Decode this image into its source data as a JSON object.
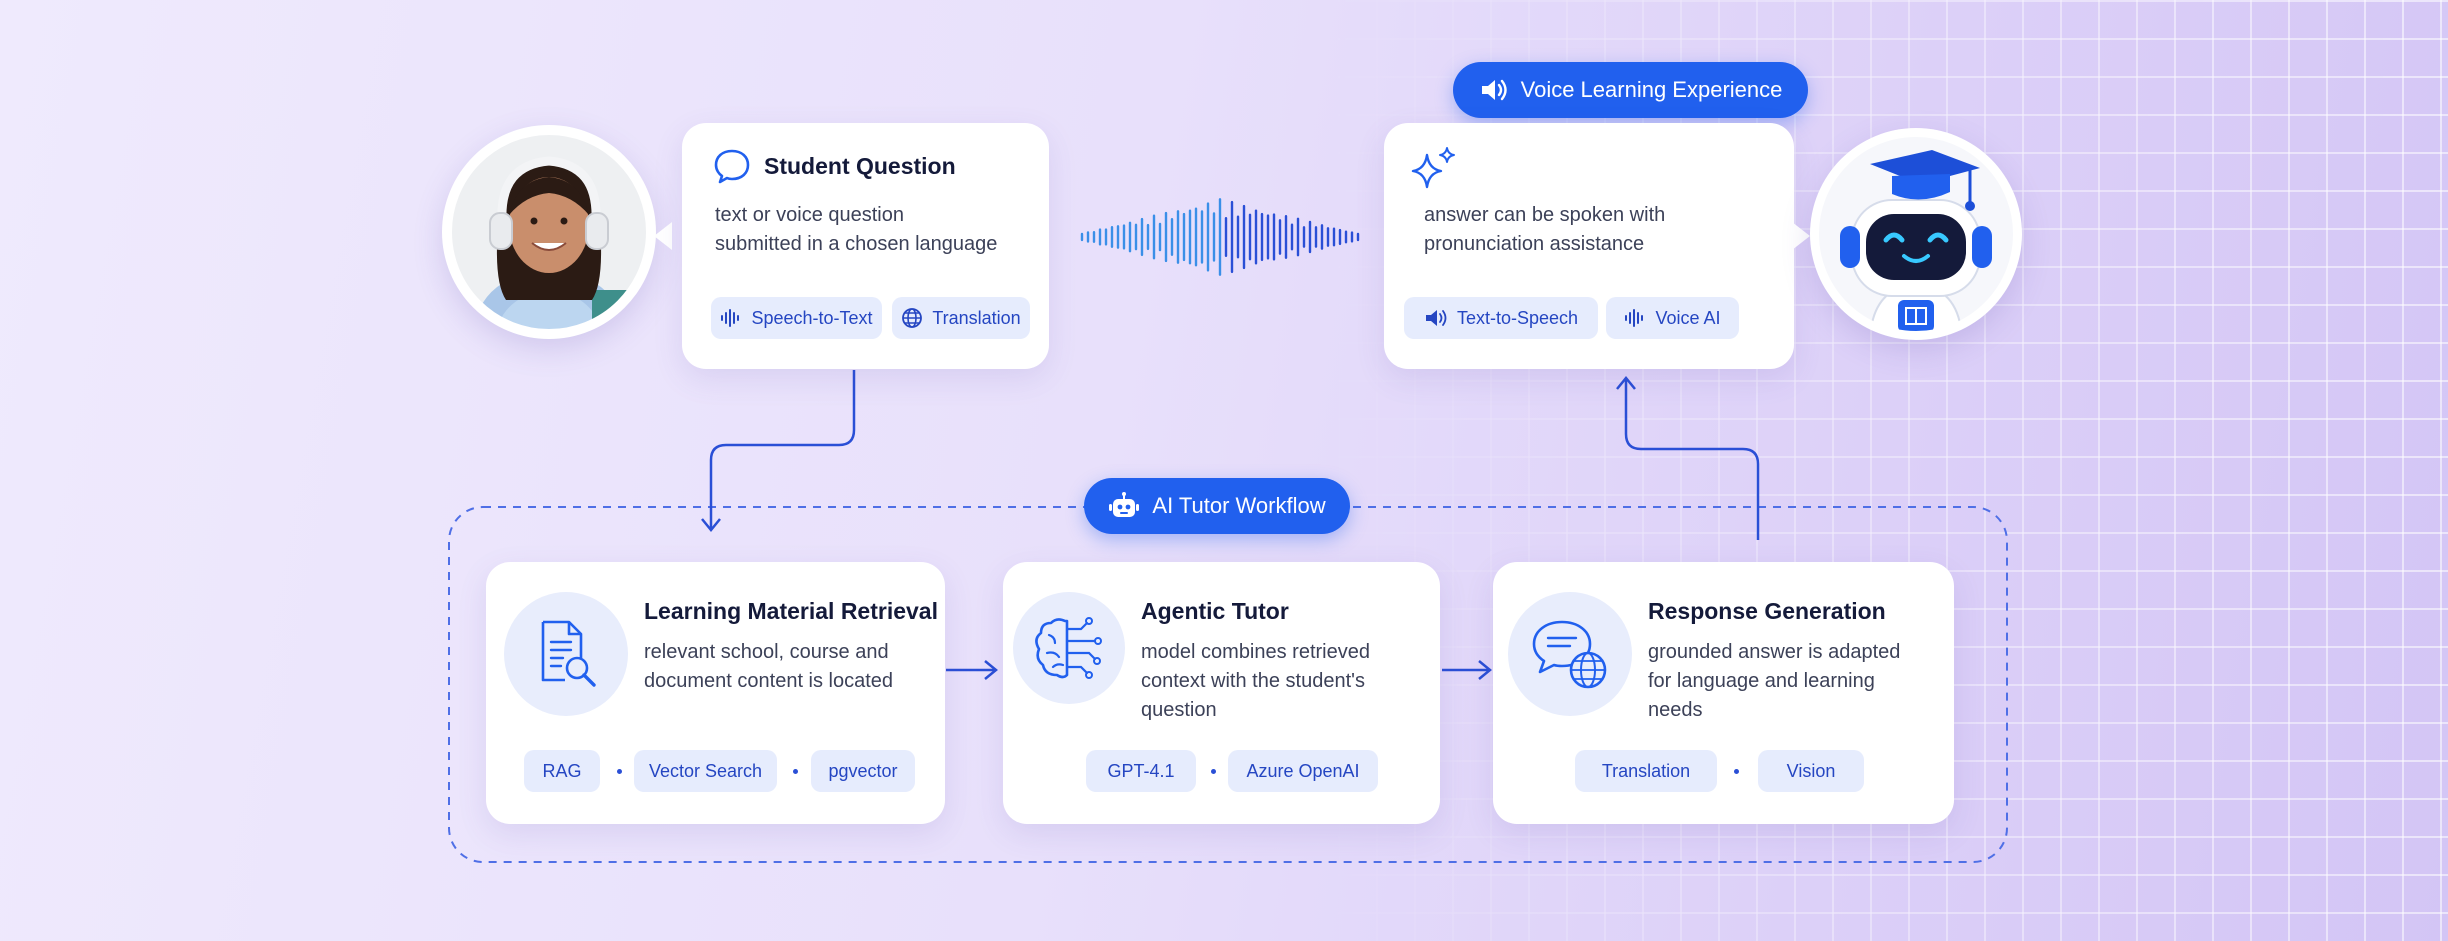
{
  "colors": {
    "accent": "#2160ee",
    "chip_bg": "#e6ecfd",
    "chip_text": "#2546c2",
    "title": "#141a3a"
  },
  "student_question": {
    "title": "Student Question",
    "desc": [
      "text or voice question",
      "submitted in a chosen language"
    ],
    "chips": [
      {
        "label": "Speech-to-Text",
        "icon": "waveform-icon"
      },
      {
        "label": "Translation",
        "icon": "globe-icon"
      }
    ]
  },
  "voice_experience": {
    "pill": "Voice Learning Experience",
    "desc": [
      "answer can be spoken with",
      "pronunciation assistance"
    ],
    "chips": [
      {
        "label": "Text-to-Speech",
        "icon": "speaker-icon"
      },
      {
        "label": "Voice AI",
        "icon": "waveform-icon"
      }
    ]
  },
  "workflow": {
    "pill": "AI Tutor Workflow",
    "stages": [
      {
        "title": "Learning Material Retrieval",
        "desc": [
          "relevant school, course and",
          "document content is located"
        ],
        "chips": [
          "RAG",
          "Vector Search",
          "pgvector"
        ],
        "icon": "document-search-icon"
      },
      {
        "title": "Agentic Tutor",
        "desc": [
          "model combines retrieved",
          "context with the student's",
          "question"
        ],
        "chips": [
          "GPT-4.1",
          "Azure OpenAI"
        ],
        "icon": "brain-circuit-icon"
      },
      {
        "title": "Response Generation",
        "desc": [
          "grounded answer is adapted",
          "for language and learning",
          "needs"
        ],
        "chips": [
          "Translation",
          "Vision"
        ],
        "icon": "chat-globe-icon"
      }
    ]
  }
}
